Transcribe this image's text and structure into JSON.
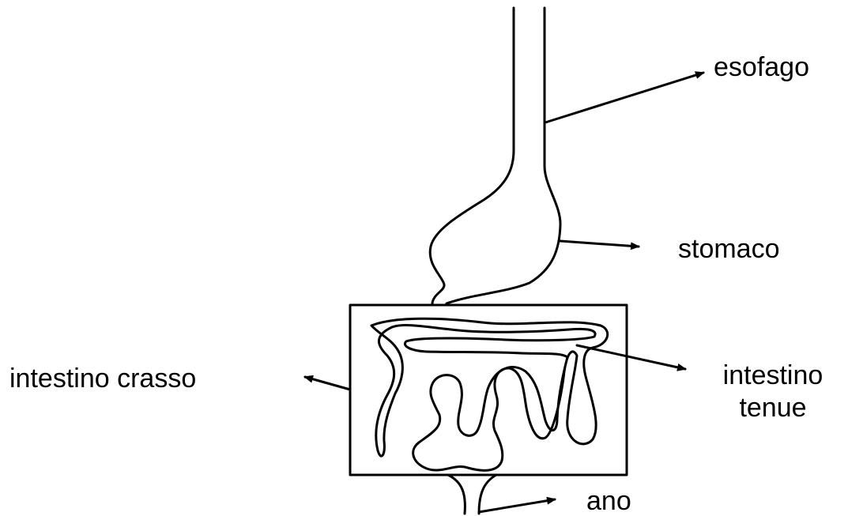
{
  "diagram": {
    "labels": {
      "esofago": "esofago",
      "stomaco": "stomaco",
      "intestino_crasso": "intestino crasso",
      "intestino_tenue_line1": "intestino",
      "intestino_tenue_line2": "tenue",
      "ano": "ano"
    },
    "colors": {
      "stroke": "#000000",
      "background": "#ffffff"
    }
  }
}
